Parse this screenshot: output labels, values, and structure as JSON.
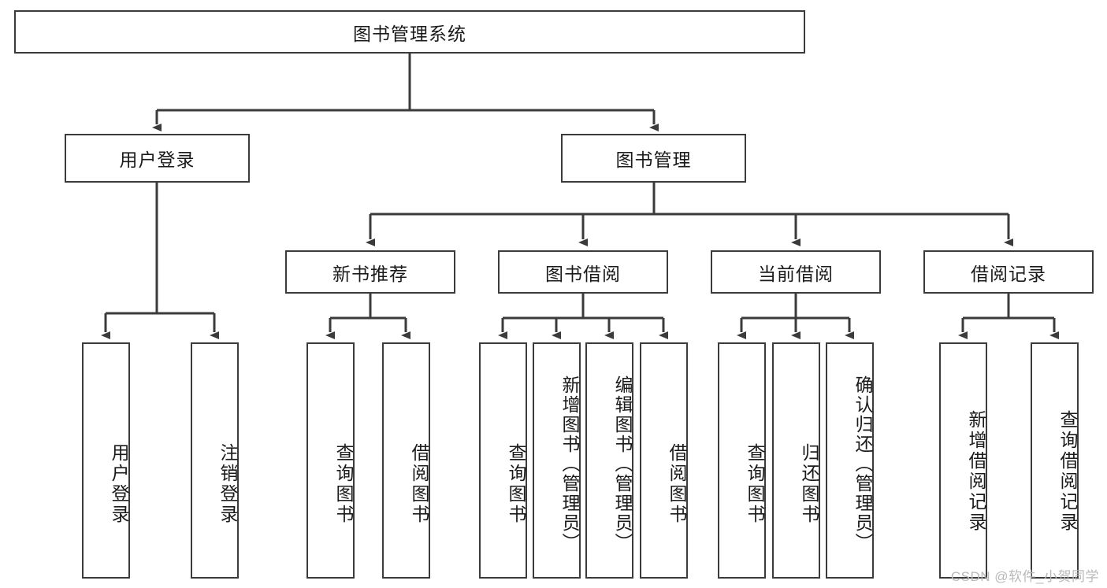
{
  "diagram": {
    "title": "图书管理系统",
    "type": "hierarchy-tree",
    "watermark": "CSDN @软件_小贺同学",
    "colors": {
      "box_border": "#3b3b3b",
      "box_fill": "#ffffff",
      "connector": "#3b3b3b",
      "text": "#1a1a1a",
      "watermark": "#b9b9b9"
    },
    "nodes": {
      "root": {
        "label": "图书管理系统"
      },
      "level2": [
        {
          "id": "user-login",
          "label": "用户登录"
        },
        {
          "id": "book-management",
          "label": "图书管理"
        }
      ],
      "level3": [
        {
          "id": "new-book-recommend",
          "label": "新书推荐"
        },
        {
          "id": "book-borrow",
          "label": "图书借阅"
        },
        {
          "id": "current-borrow",
          "label": "当前借阅"
        },
        {
          "id": "borrow-record",
          "label": "借阅记录"
        }
      ],
      "leaves": {
        "user-login": [
          {
            "id": "leaf-user-login",
            "label": "用户登录"
          },
          {
            "id": "leaf-logout-login",
            "label": "注销登录"
          }
        ],
        "new-book-recommend": [
          {
            "id": "leaf-query-book-1",
            "label": "查询图书"
          },
          {
            "id": "leaf-borrow-book-1",
            "label": "借阅图书"
          }
        ],
        "book-borrow": [
          {
            "id": "leaf-query-book-2",
            "label": "查询图书"
          },
          {
            "id": "leaf-add-book",
            "label": "新增图书（管理员）"
          },
          {
            "id": "leaf-edit-book",
            "label": "编辑图书（管理员）"
          },
          {
            "id": "leaf-borrow-book-2",
            "label": "借阅图书"
          }
        ],
        "current-borrow": [
          {
            "id": "leaf-query-book-3",
            "label": "查询图书"
          },
          {
            "id": "leaf-return-book",
            "label": "归还图书"
          },
          {
            "id": "leaf-confirm-return",
            "label": "确认归还（管理员）"
          }
        ],
        "borrow-record": [
          {
            "id": "leaf-add-record",
            "label": "新增借阅记录"
          },
          {
            "id": "leaf-query-record",
            "label": "查询借阅记录"
          }
        ]
      }
    }
  }
}
